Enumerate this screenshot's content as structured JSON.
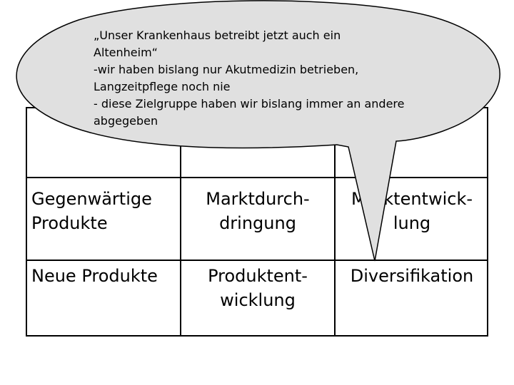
{
  "bubble": {
    "text": "„Unser Krankenhaus betreibt jetzt auch ein Altenheim“\n-wir haben bislang nur Akutmedizin betrieben, Langzeitpflege noch nie\n- diese Zielgruppe haben wir bislang immer an andere abgegeben"
  },
  "matrix": {
    "rows": [
      {
        "label": "Gegenwärtige Produkte",
        "cells": [
          "Marktdurch-dringung",
          "Marktentwick-lung"
        ]
      },
      {
        "label": "Neue Produkte",
        "cells": [
          "Produktent-wicklung",
          "Diversifikation"
        ]
      }
    ]
  },
  "colors": {
    "bubble_fill": "#e0e0e0",
    "line": "#000000"
  }
}
